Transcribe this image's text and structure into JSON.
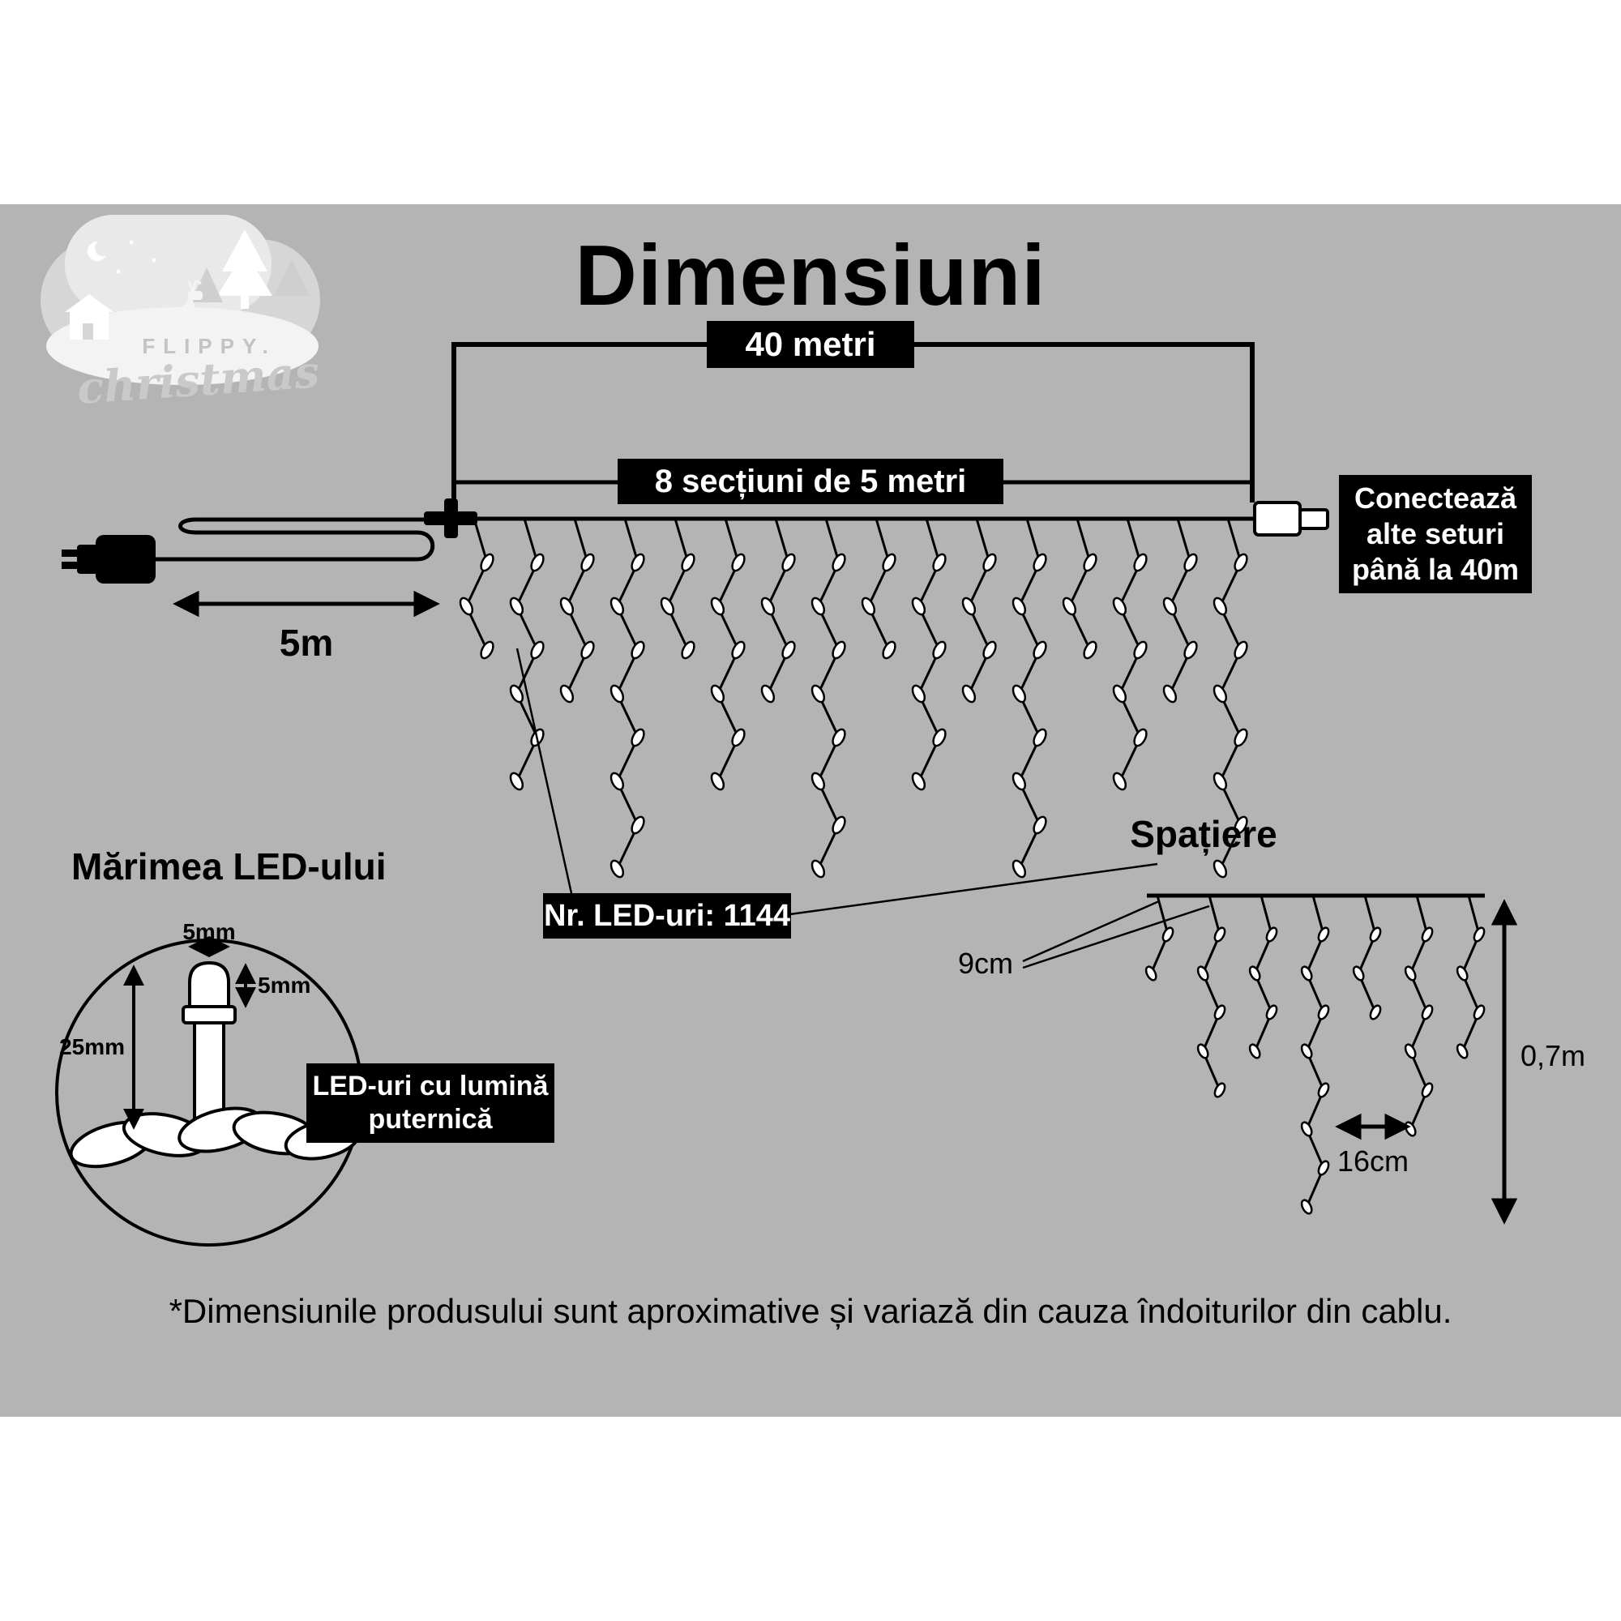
{
  "title": "Dimensiuni",
  "logo": {
    "brand": "FLIPPY.",
    "script": "christmas"
  },
  "dimensions": {
    "total_length_label": "40 metri",
    "sections_label": "8 secțiuni de 5 metri",
    "lead_length_label": "5m",
    "connect_note": "Conectează alte seturi până la 40m",
    "led_count_label": "Nr. LED-uri: 1144"
  },
  "led_size": {
    "heading": "Mărimea LED-ului",
    "bulb_width": "5mm",
    "bulb_height": "5mm",
    "bulb_length": "25mm",
    "callout": "LED-uri cu lumină puternică"
  },
  "spacing": {
    "heading": "Spațiere",
    "first_gap": "9cm",
    "strand_gap": "16cm",
    "drop_height": "0,7m"
  },
  "footnote": "*Dimensiunile produsului sunt aproximative și variază din cauza îndoiturilor din cablu.",
  "colors": {
    "band": "#b4b4b4",
    "ink": "#000000",
    "label_bg": "#000000",
    "label_text": "#ffffff",
    "bulb_fill": "#ffffff",
    "logo_tint": "#d9d9d9"
  }
}
